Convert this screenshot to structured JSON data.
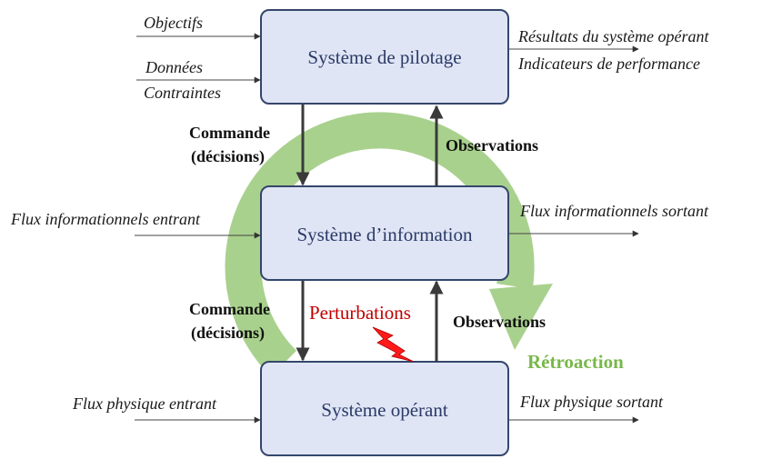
{
  "boxes": {
    "pilotage": "Système de pilotage",
    "information": "Système d’information",
    "operant": "Système opérant"
  },
  "inputs_top": {
    "objectifs": "Objectifs",
    "donnees": "Données",
    "contraintes": "Contraintes"
  },
  "outputs_top": {
    "resultats": "Résultats du système opérant",
    "indicateurs": "Indicateurs de performance"
  },
  "commande_top": {
    "line1": "Commande",
    "line2": "(décisions)"
  },
  "observations_top": "Observations",
  "flux_info_in": "Flux informationnels entrant",
  "flux_info_out": "Flux informationnels sortant",
  "commande_bottom": {
    "line1": "Commande",
    "line2": "(décisions)"
  },
  "perturbations": "Perturbations",
  "observations_bottom": "Observations",
  "retroaction": "Rétroaction",
  "flux_phys_in": "Flux physique entrant",
  "flux_phys_out": "Flux physique sortant",
  "colors": {
    "box_fill": "#dfe5f5",
    "box_stroke": "#34466b",
    "feedback_green": "#a9d18e",
    "retroaction_text": "#78b84a",
    "perturbation_red": "#c00000",
    "lightning": "#ff1a1a"
  }
}
